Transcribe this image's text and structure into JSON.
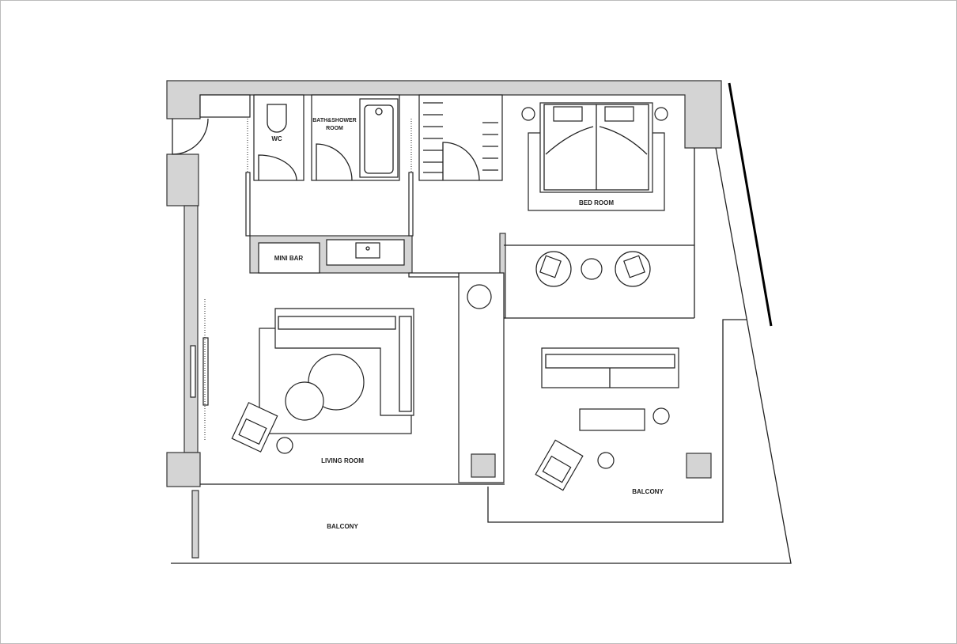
{
  "plan": {
    "rooms": {
      "wc": "WC",
      "bath_line1": "BATH&SHOWER",
      "bath_line2": "ROOM",
      "bedroom": "BED ROOM",
      "mini_bar": "MINI BAR",
      "living_room": "LIVING ROOM",
      "balcony_right": "BALCONY",
      "balcony_bottom": "BALCONY"
    },
    "colors": {
      "wall": "#d4d4d4",
      "line": "#222222"
    }
  }
}
